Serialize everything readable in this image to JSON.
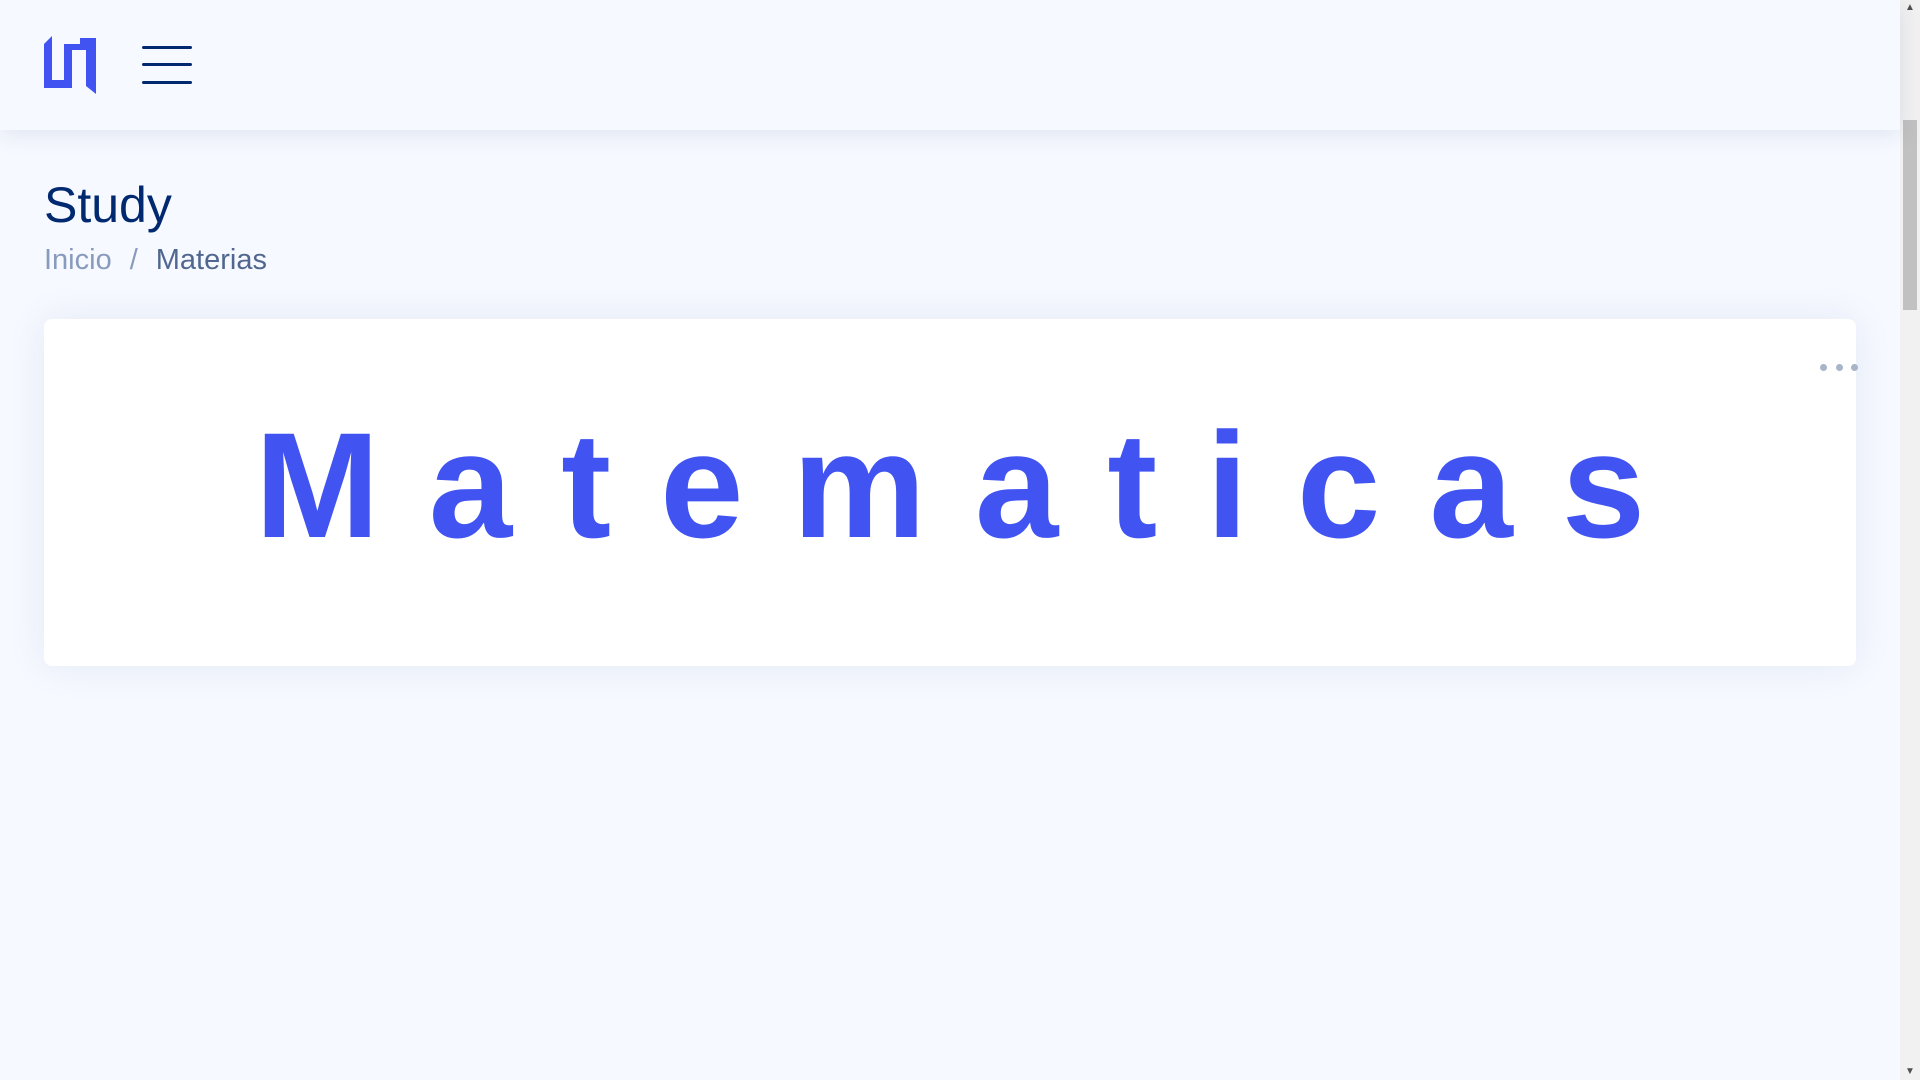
{
  "header": {
    "logo_icon": "app-logo-icon",
    "menu_icon": "hamburger-menu-icon"
  },
  "page": {
    "title": "Study",
    "breadcrumb": {
      "home": "Inicio",
      "separator": "/",
      "current": "Materias"
    }
  },
  "card": {
    "title": "Matematicas",
    "menu_icon": "more-options-icon"
  },
  "colors": {
    "background": "#f6f9ff",
    "primary": "#4154f1",
    "heading": "#012970",
    "muted": "#899bbd"
  }
}
